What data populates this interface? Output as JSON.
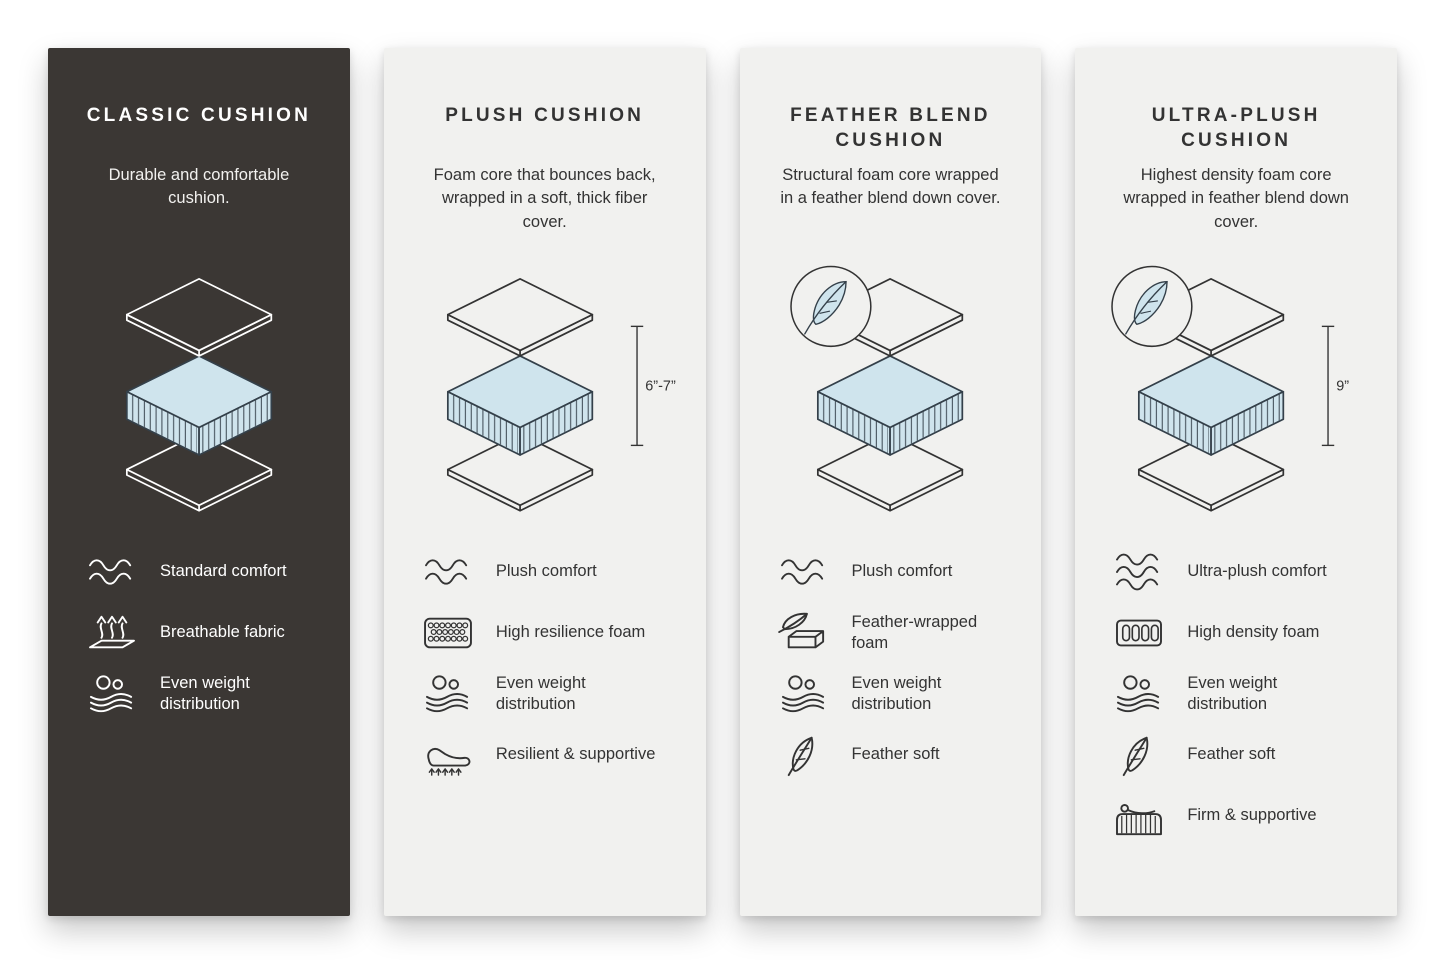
{
  "colors": {
    "page_bg": "#ffffff",
    "dark_panel_bg": "#3b3734",
    "light_panel_bg": "#f1f1ef",
    "foam_fill": "#cfe4ed",
    "outline": "#333333",
    "text_on_dark": "#ffffff"
  },
  "panels": [
    {
      "title": "CLASSIC CUSHION",
      "description": "Durable and comfortable cushion.",
      "diagram": {
        "feather_badge": false,
        "dimension_label": ""
      },
      "features": [
        {
          "icon": "waves-icon",
          "label": "Standard comfort"
        },
        {
          "icon": "breathable-fabric-icon",
          "label": "Breathable fabric"
        },
        {
          "icon": "even-weight-icon",
          "label": "Even weight distribution"
        }
      ]
    },
    {
      "title": "PLUSH CUSHION",
      "description": "Foam core that bounces back, wrapped in a soft, thick fiber cover.",
      "diagram": {
        "feather_badge": false,
        "dimension_label": "6”-7”"
      },
      "features": [
        {
          "icon": "waves-icon",
          "label": "Plush comfort"
        },
        {
          "icon": "honeycomb-foam-icon",
          "label": "High resilience foam"
        },
        {
          "icon": "even-weight-icon",
          "label": "Even weight distribution"
        },
        {
          "icon": "resilient-supportive-icon",
          "label": "Resilient & supportive"
        }
      ]
    },
    {
      "title": "FEATHER BLEND CUSHION",
      "description": "Structural foam core wrapped in a feather blend down cover.",
      "diagram": {
        "feather_badge": true,
        "dimension_label": ""
      },
      "features": [
        {
          "icon": "waves-icon",
          "label": "Plush comfort"
        },
        {
          "icon": "feather-wrapped-foam-icon",
          "label": "Feather-wrapped foam"
        },
        {
          "icon": "even-weight-icon",
          "label": "Even weight distribution"
        },
        {
          "icon": "feather-icon",
          "label": "Feather soft"
        }
      ]
    },
    {
      "title": "ULTRA-PLUSH CUSHION",
      "description": "Highest density foam core wrapped in feather blend down cover.",
      "diagram": {
        "feather_badge": true,
        "dimension_label": "9”"
      },
      "features": [
        {
          "icon": "triple-waves-icon",
          "label": "Ultra-plush comfort"
        },
        {
          "icon": "high-density-foam-icon",
          "label": "High density foam"
        },
        {
          "icon": "even-weight-icon",
          "label": "Even weight distribution"
        },
        {
          "icon": "feather-icon",
          "label": "Feather soft"
        },
        {
          "icon": "firm-supportive-icon",
          "label": "Firm & supportive"
        }
      ]
    }
  ]
}
